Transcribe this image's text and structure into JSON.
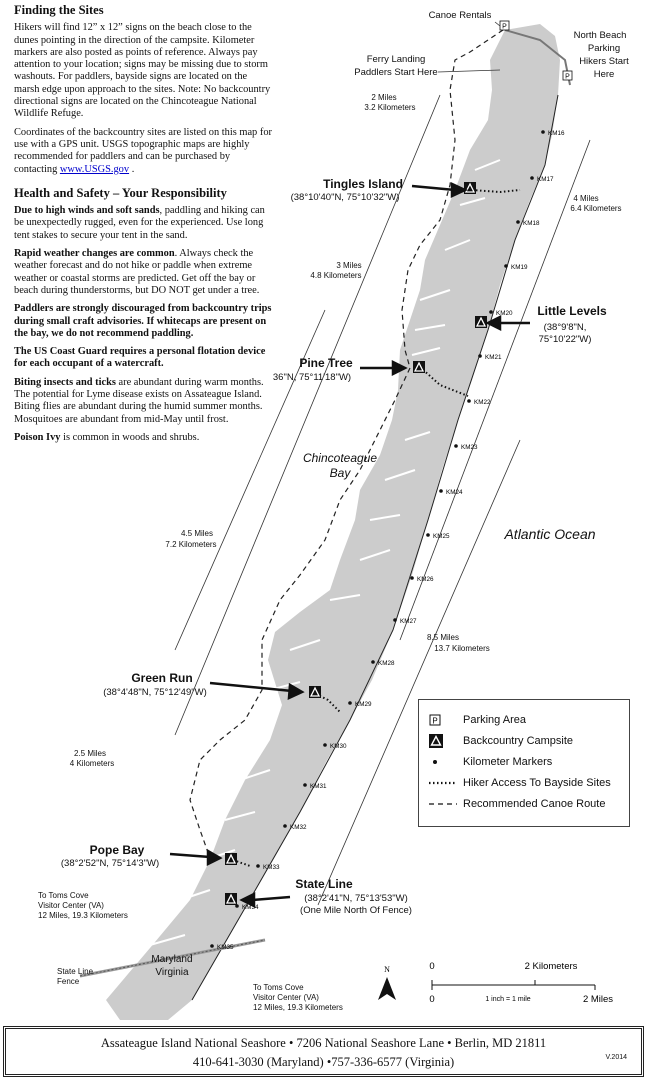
{
  "info": {
    "finding_heading": "Finding the Sites",
    "finding_p1": "Hikers will find 12” x 12” signs on the beach close to the dunes pointing in the direction of the campsite. Kilometer markers are also posted as points of reference. Always pay attention to your location; signs may be missing due to storm washouts. For paddlers, bayside signs are located on the marsh edge upon approach to the sites. Note: No backcountry directional signs are located on the Chincoteague National Wildlife Refuge.",
    "finding_p2": "Coordinates of the backcountry sites are listed on this map for use with a GPS unit. USGS topographic maps are highly recommended for paddlers and can be purchased by contacting",
    "finding_link": "www.USGS.gov",
    "finding_p2_end": ".",
    "safety_heading": "Health and Safety – Your Responsibility",
    "safety_items": [
      {
        "bold": "Due to high winds and soft sands",
        "text": ", paddling and hiking can be unexpectedly rugged, even for the experienced. Use long tent stakes to secure your tent in the sand."
      },
      {
        "bold": "Rapid weather changes are common",
        "text": ". Always check the weather forecast and do not hike or paddle when extreme weather or coastal storms are predicted. Get off the bay or beach during thunderstorms, but DO NOT get under a tree."
      },
      {
        "bold": "Paddlers are strongly discouraged from backcountry trips during small craft advisories. If whitecaps are present on the bay, we do not recommend paddling.",
        "text": ""
      },
      {
        "bold": "The US Coast Guard requires a personal flotation device for each occupant of a watercraft.",
        "text": ""
      },
      {
        "bold": "Biting insects and ticks",
        "text": " are abundant during warm months. The potential for Lyme disease exists on Assateague Island. Biting flies are abundant during the humid summer months. Mosquitoes are abundant from mid-May until frost."
      },
      {
        "bold": "Poison Ivy",
        "text": " is common in woods and shrubs."
      }
    ]
  },
  "map": {
    "places": {
      "canoe_rentals": "Canoe Rentals",
      "north_beach_1": "North Beach",
      "north_beach_2": "Parking",
      "north_beach_3": "Hikers Start",
      "north_beach_4": "Here",
      "ferry_1": "Ferry Landing",
      "ferry_2": "Paddlers Start Here",
      "bay_1": "Chincoteague",
      "bay_2": "Bay",
      "ocean": "Atlantic Ocean",
      "state_line_fence_1": "State Line",
      "state_line_fence_2": "Fence",
      "maryland": "Maryland",
      "virginia": "Virginia"
    },
    "campsites": [
      {
        "name": "Tingles Island",
        "coords": "(38°10'40\"N, 75°10'32\"W)"
      },
      {
        "name": "Little Levels",
        "coords1": "(38°9'8\"N,",
        "coords2": "75°10'22\"W)"
      },
      {
        "name": "Pine Tree",
        "coords": "36\"N, 75°11'18\"W)"
      },
      {
        "name": "Green Run",
        "coords": "(38°4'48\"N, 75°12'49\"W)"
      },
      {
        "name": "Pope Bay",
        "coords": "(38°2'52\"N, 75°14'3\"W)"
      },
      {
        "name": "State Line",
        "coords": "(38°2'41\"N, 75°13'53\"W)",
        "note": "(One Mile North Of Fence)"
      }
    ],
    "distances": [
      {
        "miles": "2 Miles",
        "km": "3.2 Kilometers"
      },
      {
        "miles": "4 Miles",
        "km": "6.4 Kilometers"
      },
      {
        "miles": "3 Miles",
        "km": "4.8 Kilometers"
      },
      {
        "miles": "4.5 Miles",
        "km": "7.2 Kilometers"
      },
      {
        "miles": "8.5 Miles",
        "km": "13.7 Kilometers"
      },
      {
        "miles": "2.5 Miles",
        "km": "4 Kilometers"
      }
    ],
    "toms_cove_left": [
      "To Toms Cove",
      "Visitor Center (VA)",
      "12 Miles, 19.3 Kilometers"
    ],
    "toms_cove_right": [
      "To Toms Cove",
      "Visitor Center (VA)",
      "12 Miles, 19.3 Kilometers"
    ],
    "km_markers": [
      "KM16",
      "KM17",
      "KM18",
      "KM19",
      "KM20",
      "KM21",
      "KM22",
      "KM23",
      "KM24",
      "KM25",
      "KM26",
      "KM27",
      "KM28",
      "KM29",
      "KM30",
      "KM31",
      "KM32",
      "KM33",
      "KM34",
      "KM35"
    ],
    "scale": {
      "km0": "0",
      "km2": "2 Kilometers",
      "mi0": "0",
      "mi2": "2 Miles",
      "ratio": "1 inch = 1 mile"
    },
    "north_label": "N"
  },
  "legend": [
    {
      "symbol": "P",
      "label": "Parking Area"
    },
    {
      "symbol": "campsite",
      "label": "Backcountry Campsite"
    },
    {
      "symbol": "dot",
      "label": "Kilometer Markers"
    },
    {
      "symbol": "dotted",
      "label": "Hiker Access To Bayside Sites"
    },
    {
      "symbol": "dashed",
      "label": "Recommended Canoe Route"
    }
  ],
  "footer": {
    "line1": "Assateague Island National Seashore • 7206 National Seashore Lane • Berlin, MD 21811",
    "line2": "410-641-3030 (Maryland) •757-336-6577 (Virginia)",
    "version": "V.2014"
  },
  "colors": {
    "land": "#cccccc",
    "ink": "#111111",
    "link": "#0000cc"
  }
}
